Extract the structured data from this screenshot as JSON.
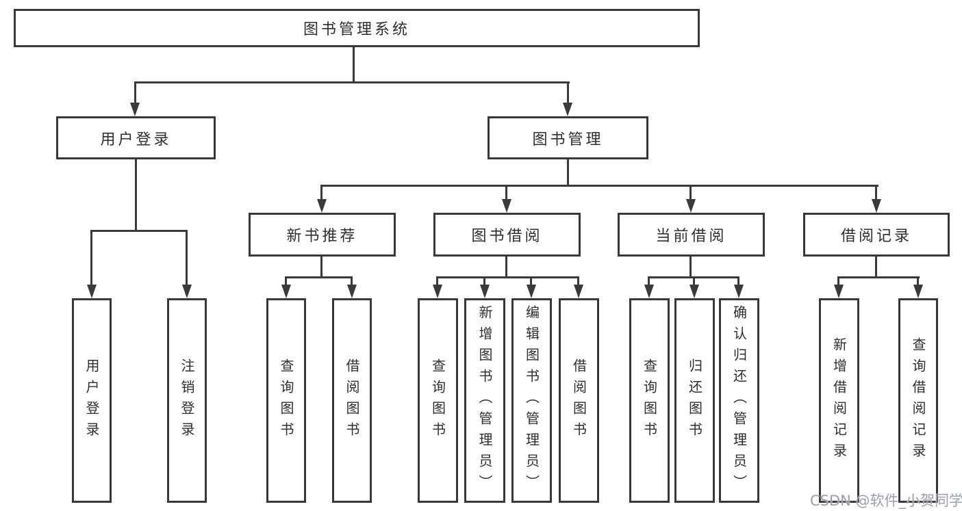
{
  "tree": {
    "label": "图书管理系统",
    "children": [
      {
        "label": "用户登录",
        "children": [
          {
            "label": "用户登录"
          },
          {
            "label": "注销登录"
          }
        ]
      },
      {
        "label": "图书管理",
        "children": [
          {
            "label": "新书推荐",
            "children": [
              {
                "label": "查询图书"
              },
              {
                "label": "借阅图书"
              }
            ]
          },
          {
            "label": "图书借阅",
            "children": [
              {
                "label": "查询图书"
              },
              {
                "label": "新增图书（管理员）"
              },
              {
                "label": "编辑图书（管理员）"
              },
              {
                "label": "借阅图书"
              }
            ]
          },
          {
            "label": "当前借阅",
            "children": [
              {
                "label": "查询图书"
              },
              {
                "label": "归还图书"
              },
              {
                "label": "确认归还（管理员）"
              }
            ]
          },
          {
            "label": "借阅记录",
            "children": [
              {
                "label": "新增借阅记录"
              },
              {
                "label": "查询借阅记录"
              }
            ]
          }
        ]
      }
    ]
  },
  "watermark": {
    "text": "CSDN @软件_小贺同学"
  },
  "colors": {
    "line": "#3a3a3a",
    "box_border": "#383838",
    "text": "#2e2e2e",
    "background": "#ffffff",
    "watermark": "#9ba0ab"
  }
}
